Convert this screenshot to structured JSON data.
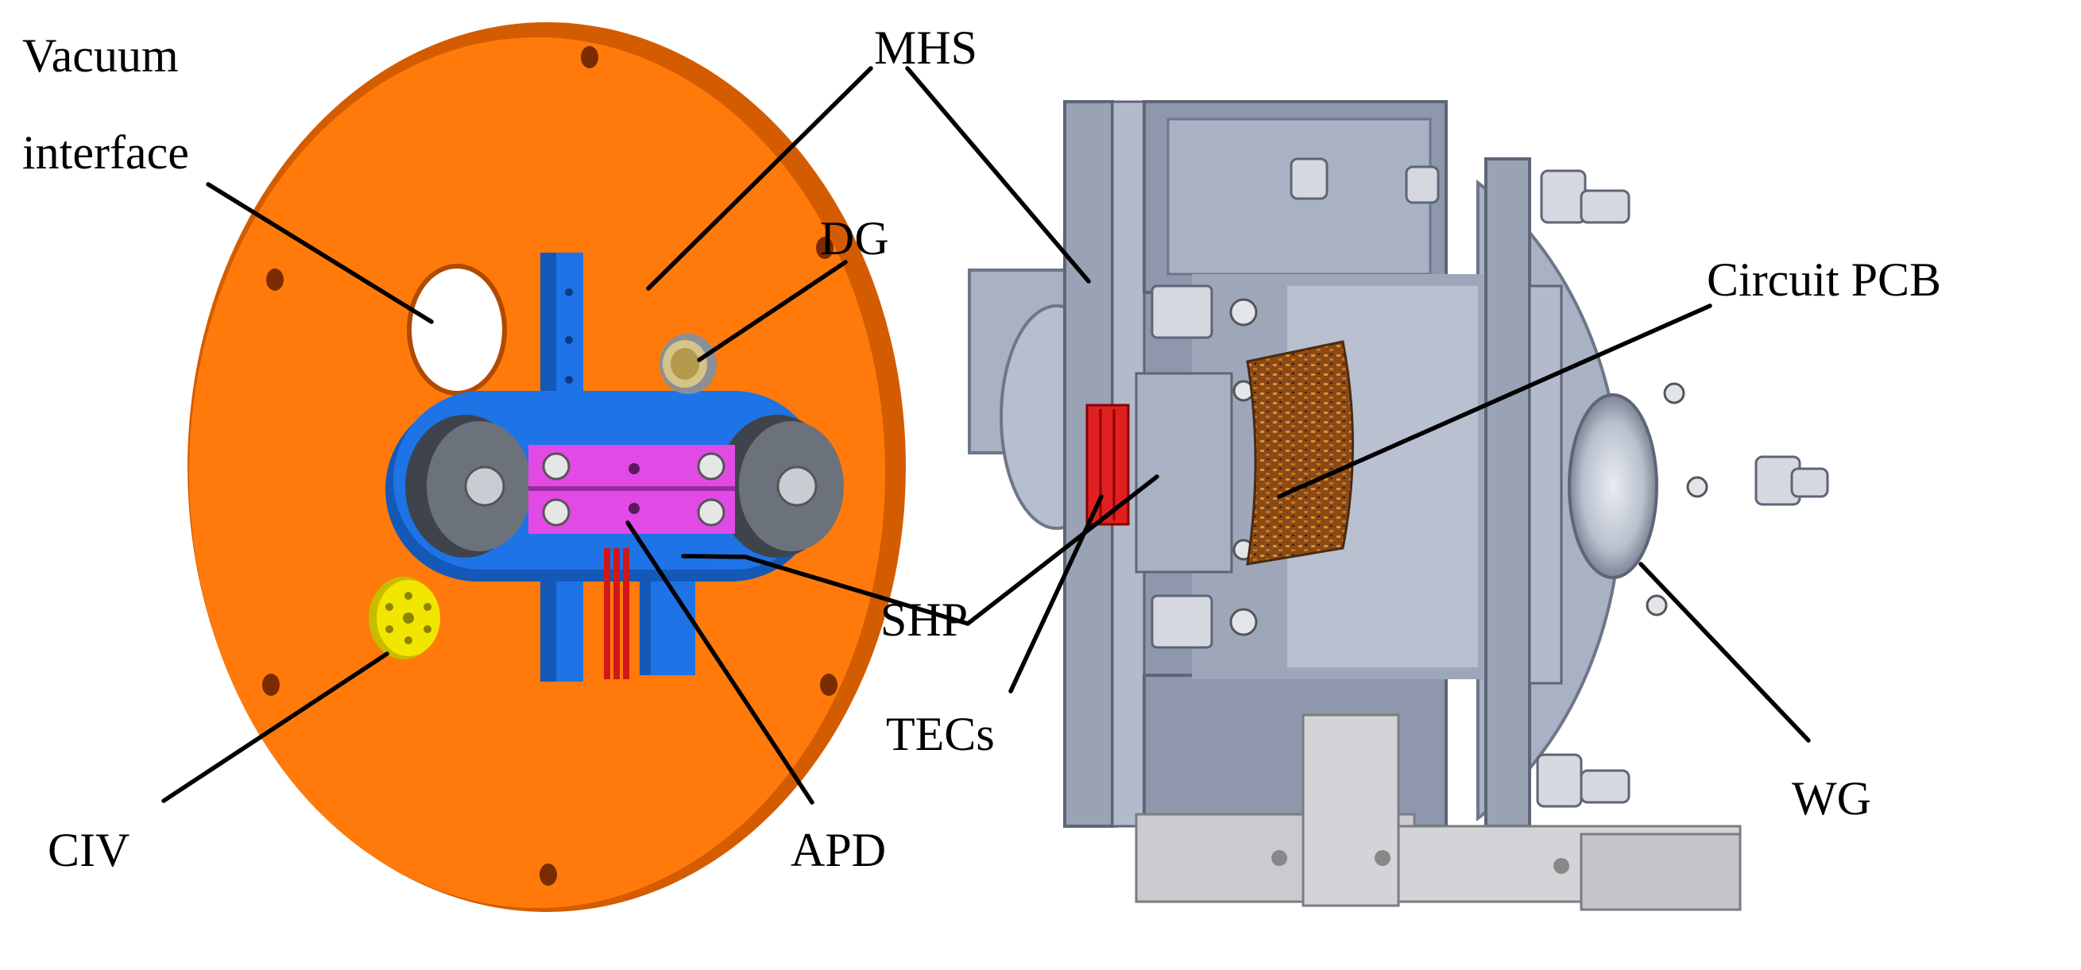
{
  "labels": {
    "vacuum_line1": "Vacuum",
    "vacuum_line2": "interface",
    "mhs": "MHS",
    "dg": "DG",
    "circuit_pcb": "Circuit PCB",
    "shp": "SHP",
    "tecs": "TECs",
    "civ": "CIV",
    "apd": "APD",
    "wg": "WG"
  },
  "colors": {
    "flange_orange": "#FF7A0A",
    "flange_orange_dark": "#D45C00",
    "mount_blue": "#1E73E6",
    "mount_blue_dark": "#1459B8",
    "clamp_magenta": "#E24AE6",
    "housing_grey": "#8F97AC",
    "housing_grey_light": "#A9B1C4",
    "housing_grey_dark": "#6E7689",
    "tec_red": "#E02020",
    "pcb_brown": "#8A4A18",
    "connector_yellow": "#F2E600"
  }
}
